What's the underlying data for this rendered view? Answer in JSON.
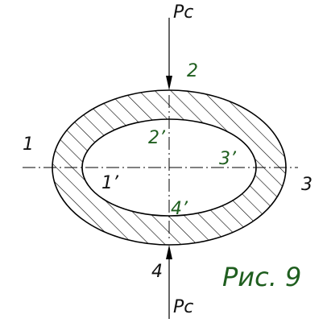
{
  "figure": {
    "caption": "Рис. 9",
    "force_top": "Pc",
    "force_bottom": "Pc",
    "outer_points": {
      "p1": "1",
      "p2": "2",
      "p3": "3",
      "p4": "4"
    },
    "inner_points": {
      "p1": "1’",
      "p2": "2’",
      "p3": "3’",
      "p4": "4’"
    }
  },
  "colors": {
    "line": "#000000",
    "hatch": "#000000",
    "green_label": "#1f5e1f"
  }
}
